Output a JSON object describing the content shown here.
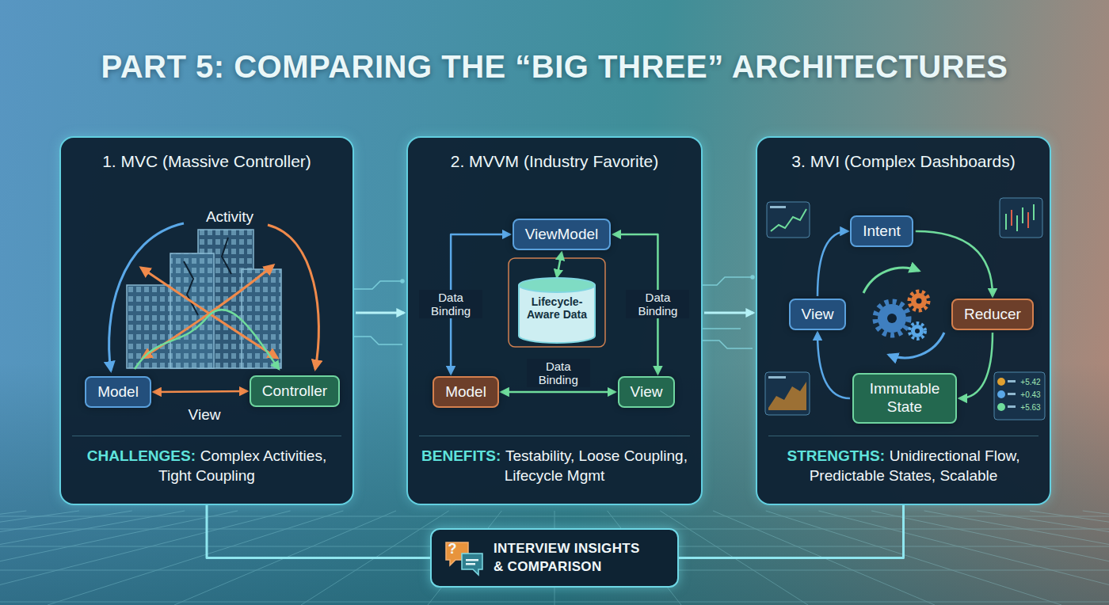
{
  "diagram": {
    "title": "PART 5: COMPARING THE “BIG THREE” ARCHITECTURES",
    "nodes": [
      {
        "text": [
          "1. MVC (Massive Controller)",
          "CHALLENGES:",
          "Complex Activities, Tight Coupling"
        ]
      },
      {
        "text": [
          "Model"
        ],
        "in": 0
      },
      {
        "text": [
          "Controller"
        ],
        "in": 0
      },
      {
        "text": [
          "2. MVVM (Industry Favorite)",
          "BENEFITS:",
          "Testability, Loose Coupling, Lifecycle Mgmt"
        ]
      },
      {
        "text": [
          "ViewModel"
        ],
        "in": 3
      },
      {
        "text": [
          "Lifecycle-Aware Data"
        ],
        "in": 3
      },
      {
        "text": [
          "Model"
        ],
        "in": 3
      },
      {
        "text": [
          "View"
        ],
        "in": 3
      },
      {
        "text": [
          "3. MVI (Complex Dashboards)",
          "STRENGTHS:",
          "Unidirectional Flow, Predictable States, Scalable"
        ]
      },
      {
        "text": [
          "Intent"
        ],
        "in": 8
      },
      {
        "text": [
          "Reducer"
        ],
        "in": 8
      },
      {
        "text": [
          "Immutable State"
        ],
        "in": 8
      },
      {
        "text": [
          "View"
        ],
        "in": 8
      },
      {
        "text": [
          "INTERVIEW INSIGHTS & COMPARISON"
        ]
      }
    ],
    "edges": [
      {
        "from": 1,
        "to": 2,
        "arrow": "both"
      },
      {
        "from": 0,
        "to": 3,
        "arrow": "to"
      },
      {
        "from": 4,
        "to": 6,
        "label": "Data Binding",
        "arrow": "both"
      },
      {
        "from": 4,
        "to": 7,
        "label": "Data Binding",
        "arrow": "both"
      },
      {
        "from": 6,
        "to": 7,
        "label": "Data Binding",
        "arrow": "both"
      },
      {
        "from": 4,
        "to": 5,
        "arrow": "both"
      },
      {
        "from": 3,
        "to": 8,
        "arrow": "to"
      },
      {
        "from": 9,
        "to": 10,
        "arrow": "to"
      },
      {
        "from": 10,
        "to": 11,
        "arrow": "to"
      },
      {
        "from": 11,
        "to": 12,
        "arrow": "to"
      },
      {
        "from": 12,
        "to": 9,
        "arrow": "to"
      },
      {
        "from": 0,
        "to": 13,
        "arrow": "none"
      },
      {
        "from": 8,
        "to": 13,
        "arrow": "none"
      }
    ],
    "labels": [
      "Activity",
      "View",
      "?",
      "+5.42",
      "+0.43",
      "+5.63"
    ]
  }
}
